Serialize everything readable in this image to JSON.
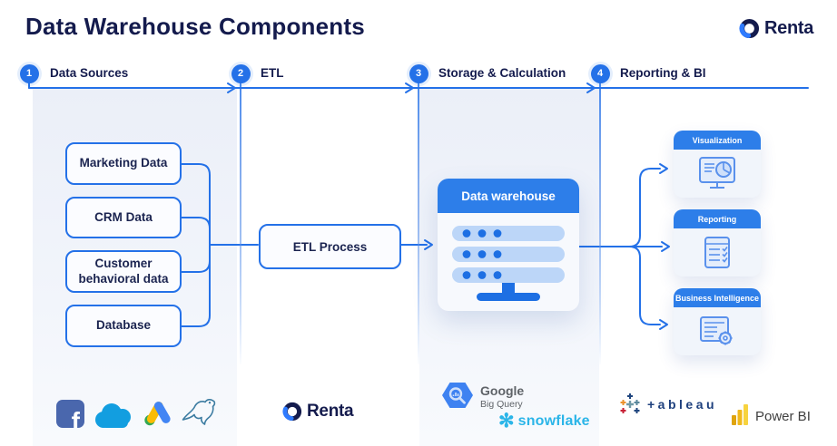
{
  "title": "Data Warehouse Components",
  "brand": {
    "name": "Renta"
  },
  "stages": [
    {
      "number": "1",
      "label": "Data Sources"
    },
    {
      "number": "2",
      "label": "ETL"
    },
    {
      "number": "3",
      "label": "Storage & Calculation"
    },
    {
      "number": "4",
      "label": "Reporting & BI"
    }
  ],
  "data_sources": {
    "boxes": [
      "Marketing Data",
      "CRM Data",
      "Customer behavioral data",
      "Database"
    ],
    "vendor_icons": [
      "facebook-icon",
      "salesforce-cloud-icon",
      "google-ads-icon",
      "mysql-dolphin-icon"
    ],
    "facebook_glyph": "f"
  },
  "etl": {
    "process_label": "ETL Process"
  },
  "storage": {
    "warehouse_title": "Data warehouse",
    "warehouse_icon": "server-stack-icon",
    "bigquery": {
      "line1": "Google",
      "line2": "Big Query"
    },
    "snowflake_label": "snowflake",
    "snowflake_glyph": "✻"
  },
  "reporting": {
    "cards": [
      {
        "title": "Visualization",
        "icon": "monitor-pie-chart-icon"
      },
      {
        "title": "Reporting",
        "icon": "checklist-icon"
      },
      {
        "title": "Business Intelligence",
        "icon": "document-gear-icon"
      }
    ],
    "tableau_label": "+ableau",
    "powerbi_label": "Power BI"
  },
  "colors": {
    "primary_blue": "#2471e8",
    "navy_text": "#141b4d",
    "card_header_blue": "#2d7ee9",
    "panel_light": "#edf1f9",
    "server_bar_light": "#bcd6f8",
    "snowflake_cyan": "#2bb5e8",
    "tableau_navy": "#1d3f7d",
    "powerbi_gold": "#f2bc1b",
    "salesforce_blue": "#129ee0",
    "facebook_blue": "#4a67ad",
    "google_ads_yellow": "#fbbc04",
    "google_ads_blue": "#4285f4",
    "google_ads_green": "#34a853"
  }
}
